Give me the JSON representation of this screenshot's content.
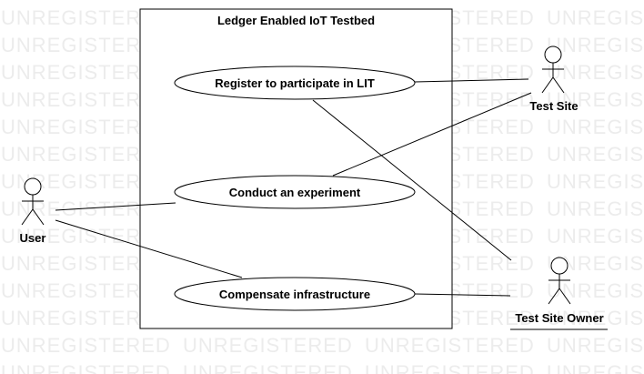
{
  "watermark": {
    "text": "UNREGISTERED"
  },
  "system": {
    "title": "Ledger Enabled IoT Testbed"
  },
  "use_cases": {
    "register": "Register to participate in LIT",
    "conduct": "Conduct an experiment",
    "compensate": "Compensate infrastructure"
  },
  "actors": {
    "user": "User",
    "test_site": "Test Site",
    "test_site_owner": "Test Site Owner"
  }
}
